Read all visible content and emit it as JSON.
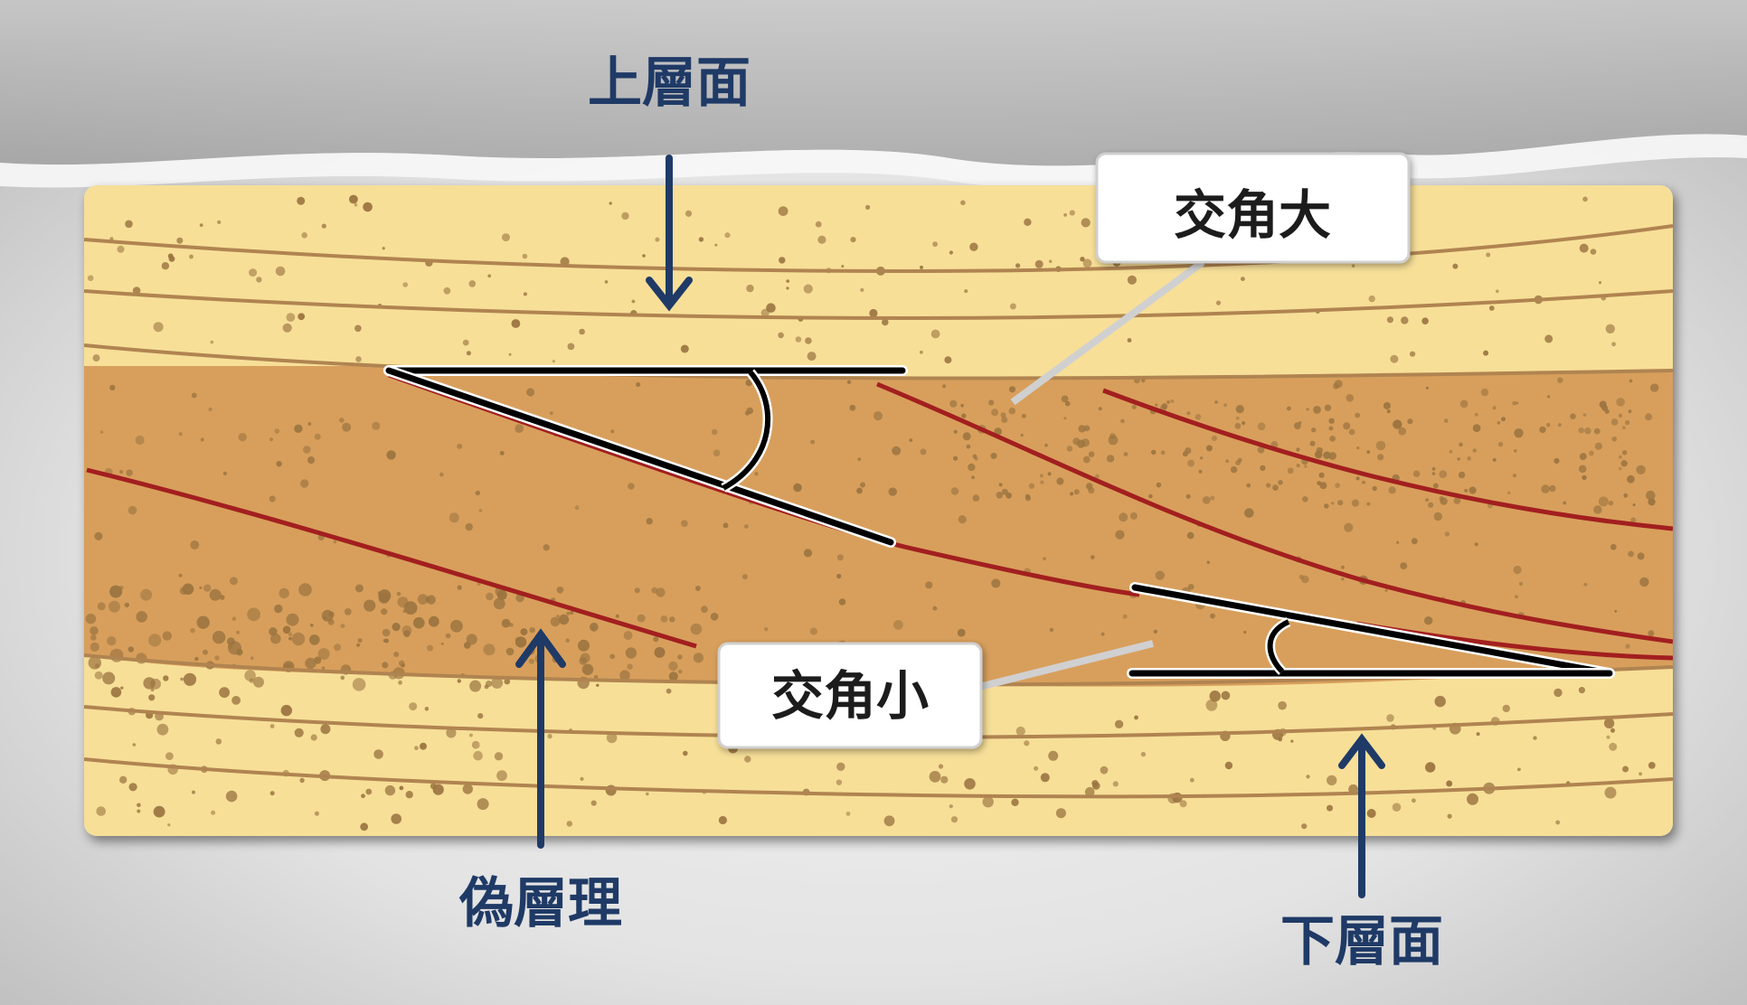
{
  "labels": {
    "top_surface": "上層面",
    "bottom_surface": "下層面",
    "cross_bedding": "偽層理",
    "angle_large": "交角大",
    "angle_small": "交角小"
  },
  "colors": {
    "background": "#d9d9d9",
    "sand_light": "#f7df98",
    "sand_mid": "#d89f5c",
    "grain": "#9b7440",
    "layer_line": "#b08450",
    "foreset_line": "#a21f1f",
    "label_text": "#1f3a66",
    "arrow": "#1f3a66",
    "angle_mark": "#000000",
    "callout_box": "#ffffff"
  }
}
